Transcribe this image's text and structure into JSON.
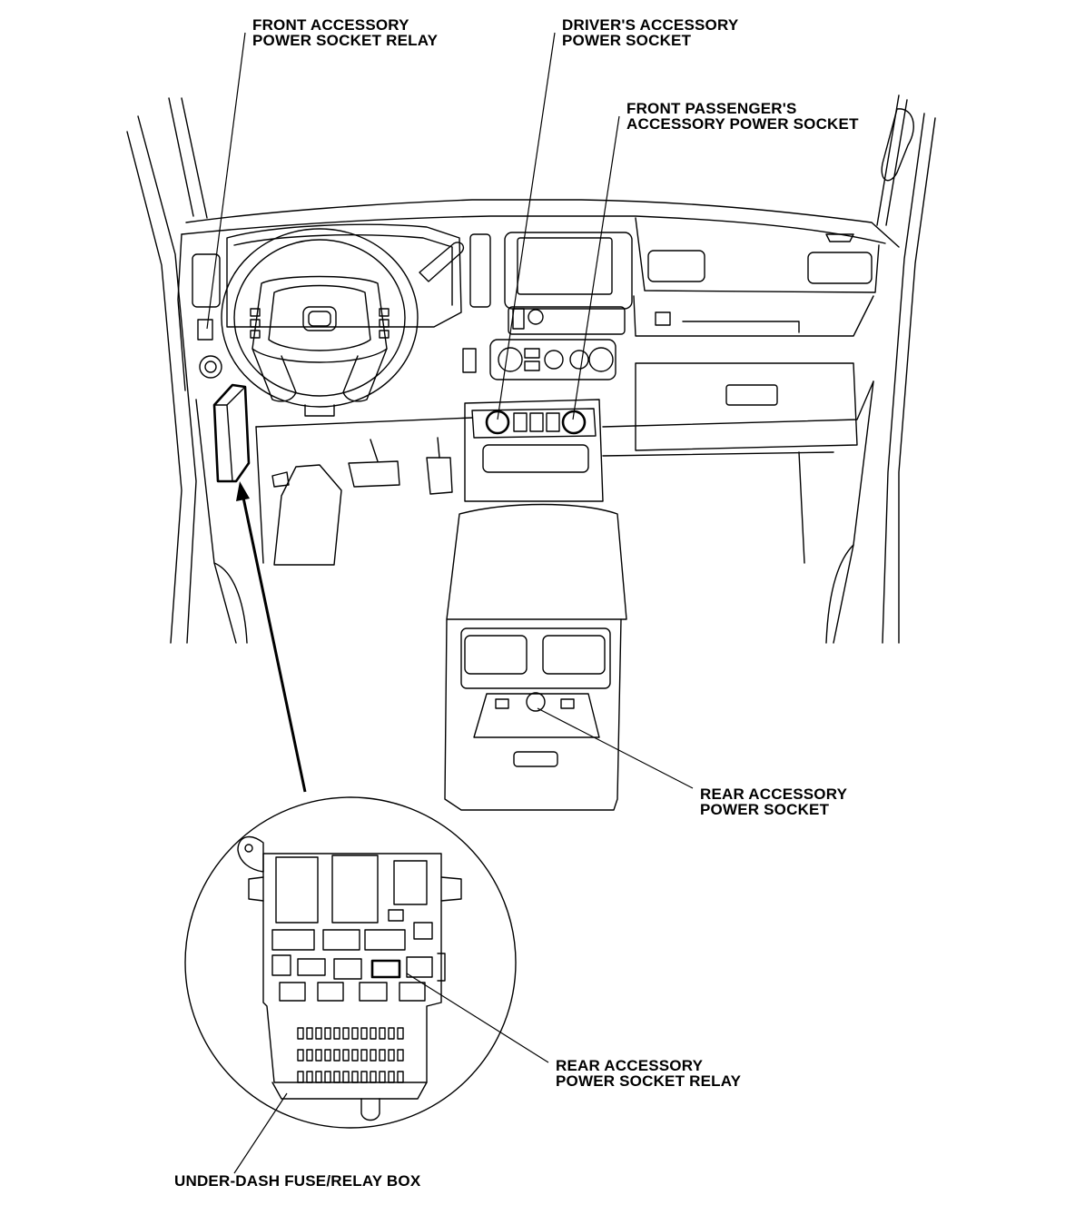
{
  "labels": {
    "front_relay": [
      "FRONT ACCESSORY",
      "POWER SOCKET RELAY"
    ],
    "driver_socket": [
      "DRIVER'S ACCESSORY",
      "POWER SOCKET"
    ],
    "passenger_socket": [
      "FRONT PASSENGER'S",
      "ACCESSORY POWER SOCKET"
    ],
    "rear_socket": [
      "REAR ACCESSORY",
      "POWER SOCKET"
    ],
    "rear_relay": [
      "REAR ACCESSORY",
      "POWER SOCKET RELAY"
    ],
    "fuse_box": [
      "UNDER-DASH FUSE/RELAY BOX"
    ]
  }
}
